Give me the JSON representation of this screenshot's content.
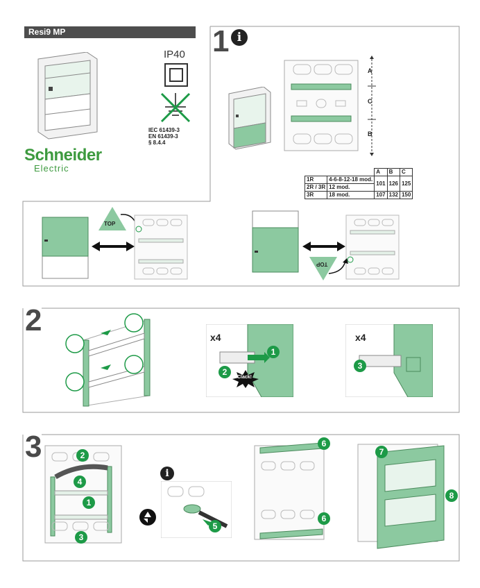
{
  "header": {
    "title": "Resi9 MP"
  },
  "specs": {
    "ip_rating": "IP40",
    "standards": [
      "IEC 61439-3",
      "EN 61439-3",
      "§ 8.4.4"
    ]
  },
  "brand": {
    "name": "Schneider",
    "sub": "Electric"
  },
  "steps": {
    "s1": "1",
    "s2": "2",
    "s3": "3"
  },
  "info_icon": "i",
  "dim_labels": {
    "a": "A",
    "b": "B",
    "c": "C"
  },
  "dims_table": {
    "headers": [
      "A",
      "B",
      "C"
    ],
    "rows": [
      {
        "code": "1R",
        "mod": "4-6-8-12-18 mod.",
        "values": [
          "101",
          "126",
          "125"
        ]
      },
      {
        "code": "2R / 3R",
        "mod": "12 mod."
      },
      {
        "code": "3R",
        "mod": "18 mod.",
        "values": [
          "107",
          "132",
          "150"
        ]
      }
    ]
  },
  "top_label": "TOP",
  "x4_label": "x4",
  "clack_label": "Clack!",
  "callouts": {
    "c1": "1",
    "c2": "2",
    "c3": "3",
    "c4": "4",
    "c5": "5",
    "c6": "6",
    "c7": "7",
    "c8": "8"
  },
  "colors": {
    "green": "#8cc9a0",
    "dark_green": "#1d9a47",
    "frame": "#9a9a9a"
  }
}
